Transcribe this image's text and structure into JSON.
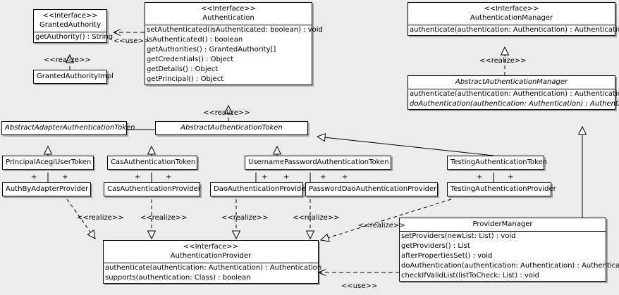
{
  "diagram": {
    "type": "uml-class-diagram",
    "background": "#ececec",
    "line_color": "#000000",
    "box_fill": "#ffffff"
  },
  "classes": {
    "granted_authority": {
      "stereotype": "<<Interface>>",
      "name": "GrantedAuthority",
      "methods": [
        "getAuthority() : String"
      ]
    },
    "granted_authority_impl": {
      "name": "GrantedAuthorityImpl"
    },
    "authentication": {
      "stereotype": "<<Interface>>",
      "name": "Authentication",
      "methods": [
        "setAuthenticated(isAuthenticated: boolean) : void",
        "isAuthenticated() : boolean",
        "getAuthorities() : GrantedAuthority[]",
        "getCredentials() : Object",
        "getDetails() : Object",
        "getPrincipal() : Object"
      ]
    },
    "authentication_manager": {
      "stereotype": "<<Interface>>",
      "name": "AuthenticationManager",
      "methods": [
        "authenticate(authentication: Authentication) : Authentication"
      ]
    },
    "abstract_authentication_manager": {
      "name": "AbstractAuthenticationManager",
      "abstract": true,
      "methods": [
        "authenticate(authentication: Authentication) : Authentication",
        "doAuthentication(authentication: Authentication) : Authentication"
      ],
      "abstract_methods": [
        false,
        true
      ]
    },
    "abstract_adapter_authentication_token": {
      "name": "AbstractAdapterAuthenticationToken",
      "abstract": true
    },
    "abstract_authentication_token": {
      "name": "AbstractAuthenticationToken",
      "abstract": true
    },
    "principal_acegi_user_token": {
      "name": "PrincipalAcegiUserToken"
    },
    "cas_authentication_token": {
      "name": "CasAuthenticationToken"
    },
    "username_password_authentication_token": {
      "name": "UsernamePasswordAuthenticationToken"
    },
    "testing_authentication_token": {
      "name": "TestingAuthenticationToken"
    },
    "auth_by_adapter_provider": {
      "name": "AuthByAdapterProvider"
    },
    "cas_authentication_provider": {
      "name": "CasAuthenticationProvider"
    },
    "dao_authentication_provider": {
      "name": "DaoAuthenticationProvider"
    },
    "password_dao_authentication_provider": {
      "name": "PasswordDaoAuthenticationProvider"
    },
    "testing_authentication_provider": {
      "name": "TestingAuthenticationProvider"
    },
    "authentication_provider": {
      "stereotype": "<<Interface>>",
      "name": "AuthenticationProvider",
      "methods": [
        "authenticate(authentication: Authentication) : Authentication",
        "supports(authentication: Class) : boolean"
      ]
    },
    "provider_manager": {
      "name": "ProviderManager",
      "methods": [
        "setProviders(newList: List) : void",
        "getProviders() : List",
        "afterPropertiesSet() : void",
        "doAuthentication(authentication: Authentication) : Authentication",
        "checkIfValidList(listToCheck: List) : void"
      ]
    }
  },
  "relationship_labels": {
    "use_granted_authority": "<<use>>",
    "realize_granted_authority_impl": "<<realize>>",
    "realize_abstract_authentication_token": "<<realize>>",
    "realize_abstract_authentication_manager": "<<realize>>",
    "realize_auth_by_adapter": "<<realize>>",
    "realize_cas_provider": "<<realize>>",
    "realize_dao_provider": "<<realize>>",
    "realize_password_dao_provider": "<<realize>>",
    "realize_testing_provider": "<<realize>>",
    "use_provider_manager": "<<use>>"
  },
  "multiplicity": {
    "plus": "+"
  }
}
